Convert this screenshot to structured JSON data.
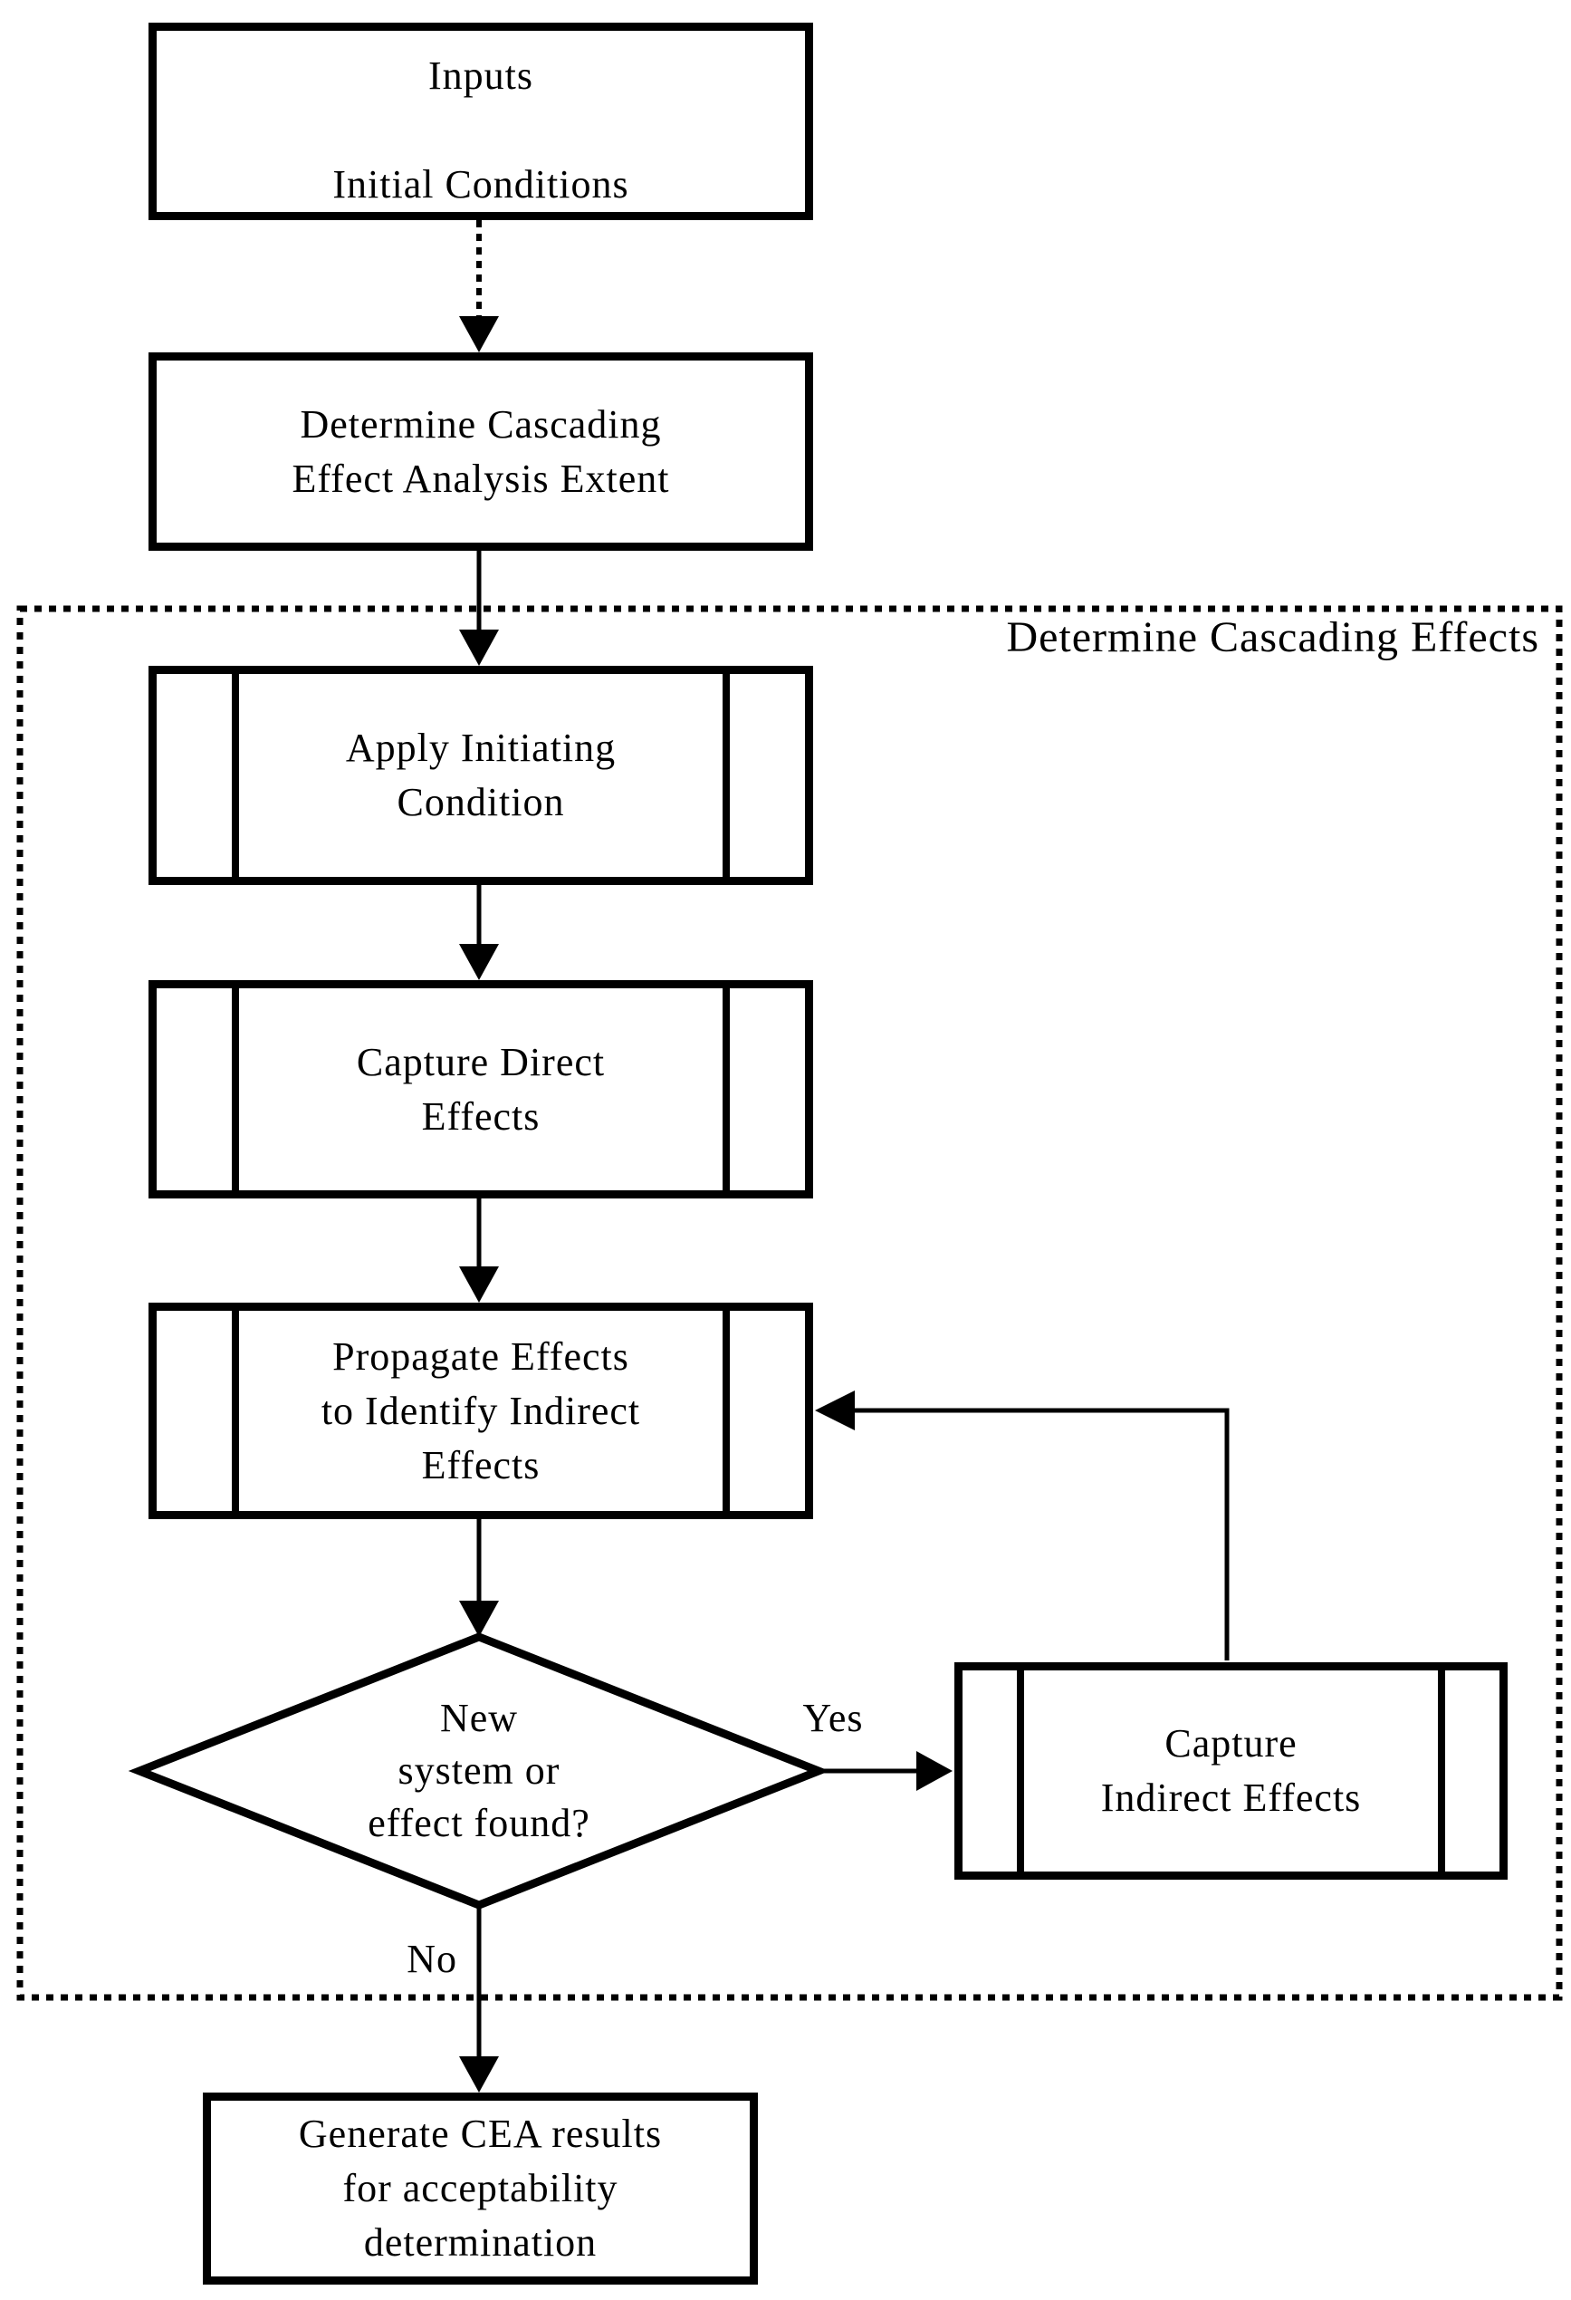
{
  "diagram": {
    "nodes": {
      "inputs": {
        "text": "Inputs\n\nInitial Conditions"
      },
      "determine_extent": {
        "text": "Determine Cascading\nEffect Analysis Extent"
      },
      "apply_initiating": {
        "text": "Apply Initiating\nCondition"
      },
      "capture_direct": {
        "text": "Capture Direct\nEffects"
      },
      "propagate_effects": {
        "text": "Propagate Effects\nto Identify Indirect\nEffects"
      },
      "decision": {
        "text": "New\nsystem or\neffect found?"
      },
      "capture_indirect": {
        "text": "Capture\nIndirect Effects"
      },
      "generate_results": {
        "text": "Generate CEA results\nfor acceptability\ndetermination"
      }
    },
    "labels": {
      "container": "Determine Cascading Effects",
      "yes": "Yes",
      "no": "No"
    },
    "colors": {
      "stroke": "#000000",
      "background": "#ffffff"
    }
  }
}
